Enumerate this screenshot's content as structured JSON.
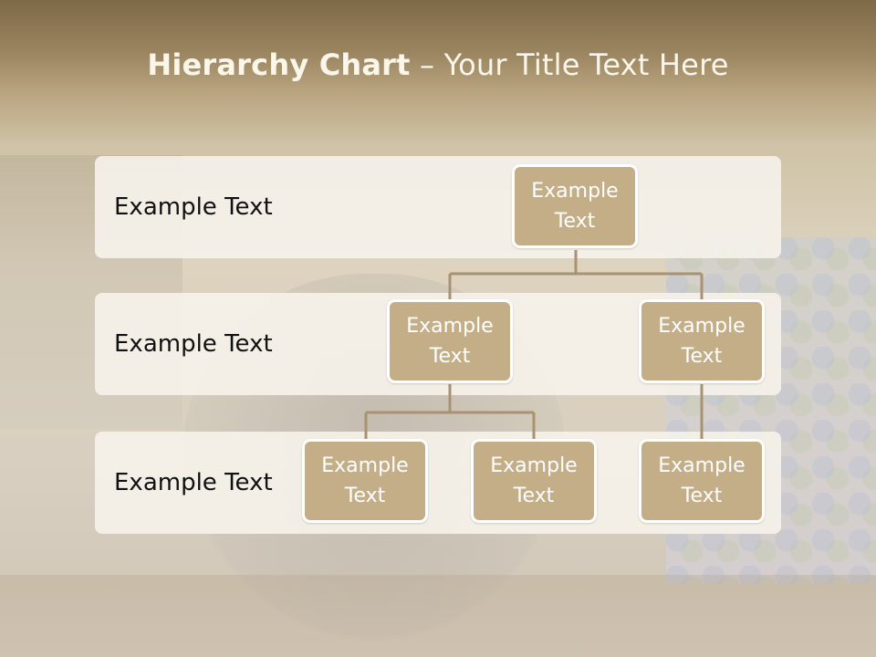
{
  "slide": {
    "title_bold": "Hierarchy Chart",
    "title_rest": " – Your Title Text Here"
  },
  "levels": [
    {
      "label": "Example Text"
    },
    {
      "label": "Example Text"
    },
    {
      "label": "Example Text"
    }
  ],
  "nodes": {
    "root": "Example Text",
    "level2_left": "Example Text",
    "level2_right": "Example Text",
    "level3_a": "Example Text",
    "level3_b": "Example Text",
    "level3_c": "Example Text"
  },
  "colors": {
    "node_fill": "#c3ae88",
    "node_border": "#ffffff",
    "connector": "#a89272",
    "band_fill": "#f5f1ea"
  }
}
